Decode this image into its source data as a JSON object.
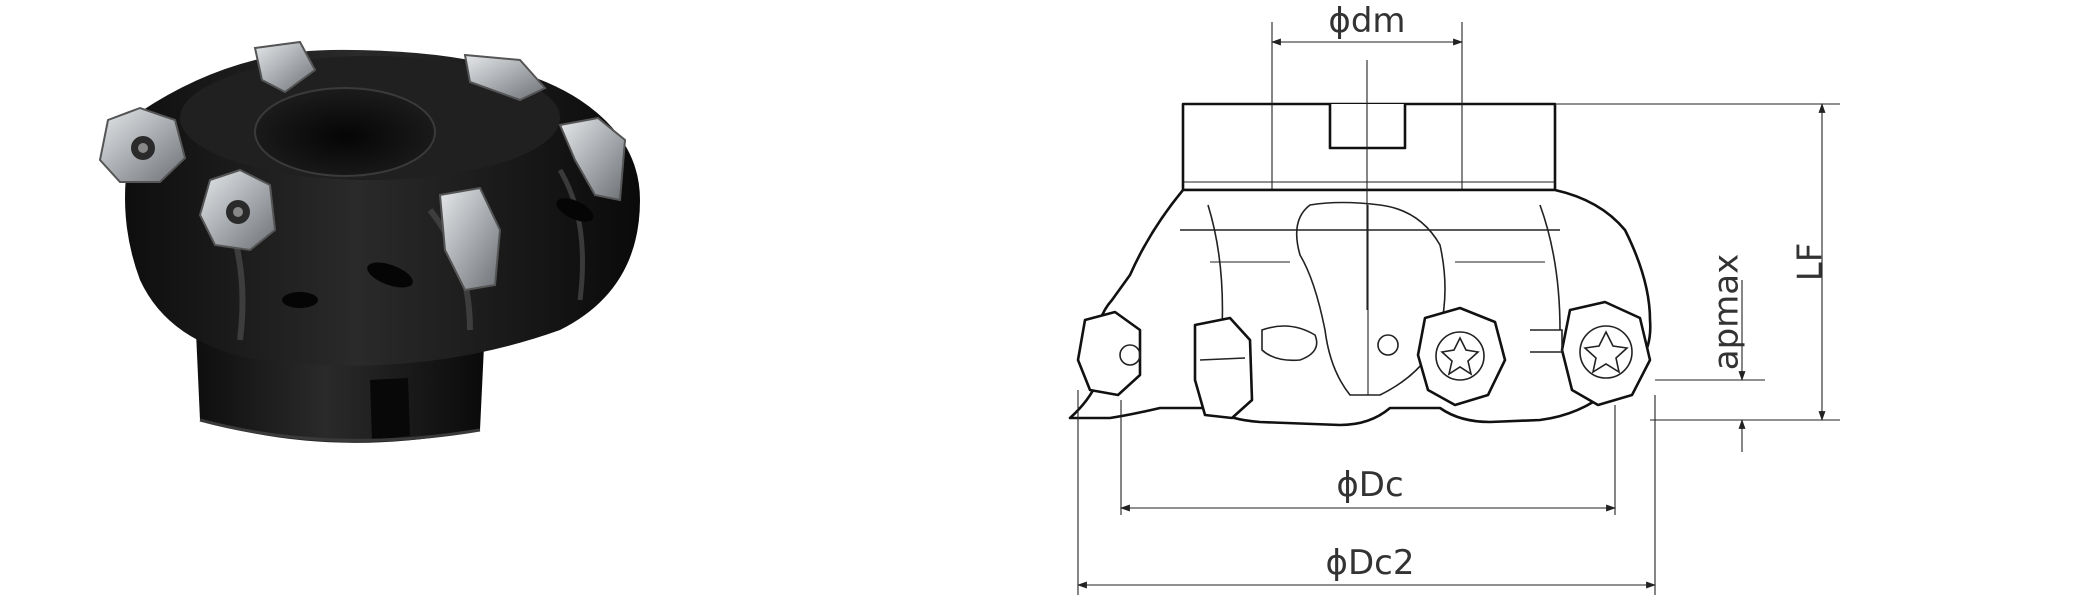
{
  "figure": {
    "photo_icon": "milling-cutter-photo",
    "labels": {
      "dm": "ϕdm",
      "dc": "ϕDc",
      "dc2": "ϕDc2",
      "apmax": "apmax",
      "lf": "LF"
    },
    "colors": {
      "body": "#1c1c1c",
      "insert": "#b8bcbf",
      "line": "#222222"
    }
  }
}
